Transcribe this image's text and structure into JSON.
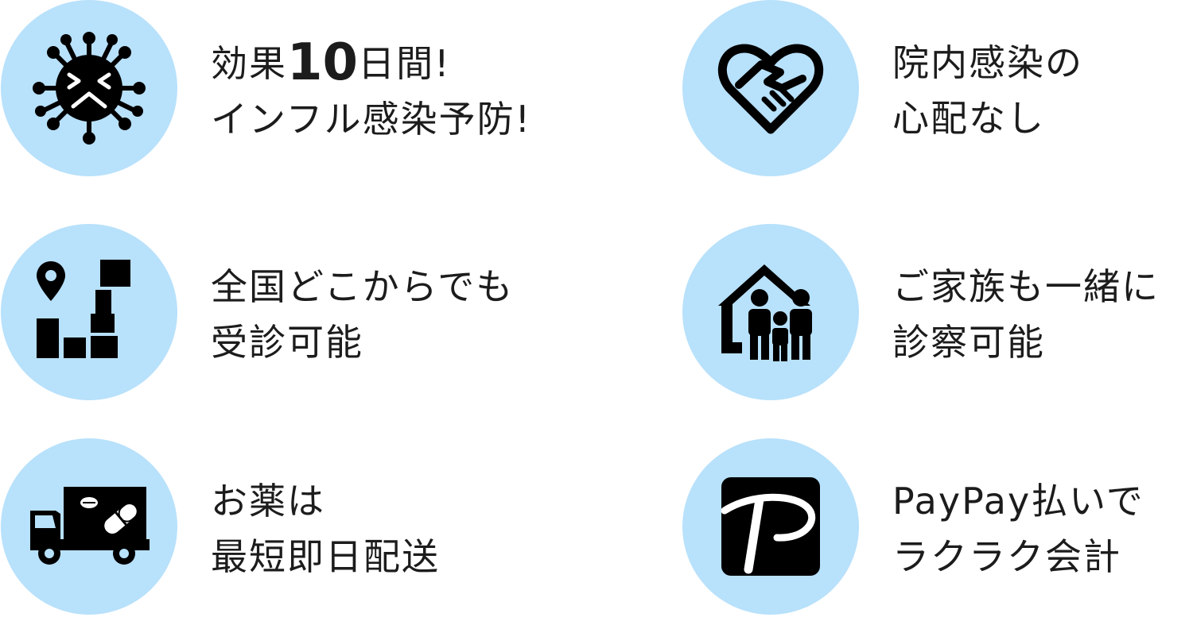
{
  "features": [
    {
      "icon": "virus-icon",
      "line1_pre": "効果",
      "line1_big": "10",
      "line1_post": "日間!",
      "line2": "インフル感染予防!"
    },
    {
      "icon": "heart-handshake-icon",
      "line1": "院内感染の",
      "line2": "心配なし"
    },
    {
      "icon": "japan-map-pin-icon",
      "line1": "全国どこからでも",
      "line2": "受診可能"
    },
    {
      "icon": "family-house-icon",
      "line1": "ご家族も一緒に",
      "line2": "診察可能"
    },
    {
      "icon": "delivery-truck-icon",
      "line1": "お薬は",
      "line2": "最短即日配送"
    },
    {
      "icon": "paypay-logo-icon",
      "line1": "PayPay払いで",
      "line2": "ラクラク会計"
    }
  ],
  "colors": {
    "circle": "#b8e1fb",
    "icon": "#000000",
    "text": "#1c1c1c"
  }
}
